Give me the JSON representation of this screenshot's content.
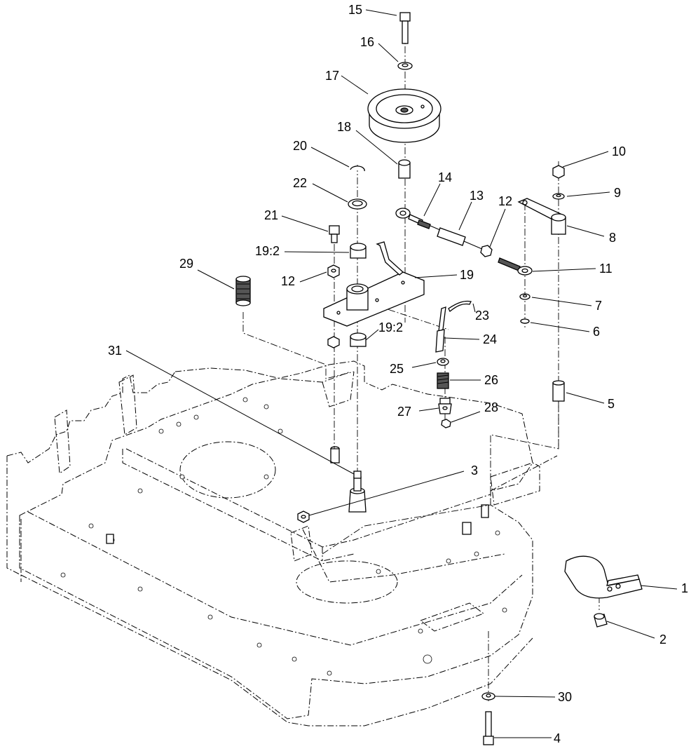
{
  "callouts": [
    {
      "id": "c15",
      "text": "15"
    },
    {
      "id": "c16",
      "text": "16"
    },
    {
      "id": "c17",
      "text": "17"
    },
    {
      "id": "c18",
      "text": "18"
    },
    {
      "id": "c20",
      "text": "20"
    },
    {
      "id": "c22",
      "text": "22"
    },
    {
      "id": "c21",
      "text": "21"
    },
    {
      "id": "c19a",
      "text": "19:2"
    },
    {
      "id": "c12a",
      "text": "12"
    },
    {
      "id": "c29",
      "text": "29"
    },
    {
      "id": "c19b",
      "text": "19:2"
    },
    {
      "id": "c19",
      "text": "19"
    },
    {
      "id": "c14",
      "text": "14"
    },
    {
      "id": "c13",
      "text": "13"
    },
    {
      "id": "c12b",
      "text": "12"
    },
    {
      "id": "c10",
      "text": "10"
    },
    {
      "id": "c9",
      "text": "9"
    },
    {
      "id": "c8",
      "text": "8"
    },
    {
      "id": "c11",
      "text": "11"
    },
    {
      "id": "c7",
      "text": "7"
    },
    {
      "id": "c6",
      "text": "6"
    },
    {
      "id": "c23",
      "text": "23"
    },
    {
      "id": "c24",
      "text": "24"
    },
    {
      "id": "c31",
      "text": "31"
    },
    {
      "id": "c25",
      "text": "25"
    },
    {
      "id": "c26",
      "text": "26"
    },
    {
      "id": "c27",
      "text": "27"
    },
    {
      "id": "c28",
      "text": "28"
    },
    {
      "id": "c5",
      "text": "5"
    },
    {
      "id": "c3",
      "text": "3"
    },
    {
      "id": "c1",
      "text": "1"
    },
    {
      "id": "c2",
      "text": "2"
    },
    {
      "id": "c30",
      "text": "30"
    },
    {
      "id": "c4",
      "text": "4"
    }
  ]
}
